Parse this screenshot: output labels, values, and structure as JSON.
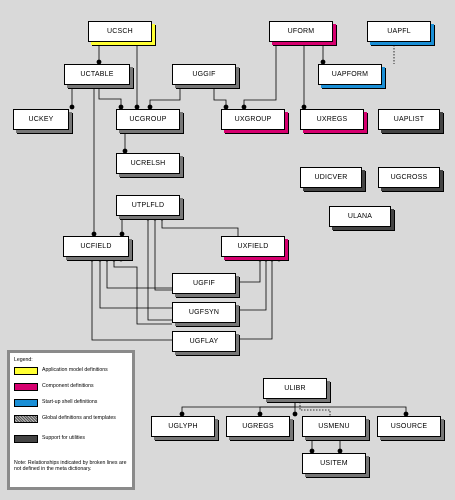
{
  "colors": {
    "application": "#ffff33",
    "component": "#d6006f",
    "shell": "#1a8fd6",
    "global": "#777777",
    "utility": "#444444",
    "background": "#d9d9d9"
  },
  "entities": {
    "ucsch": "UCSCH",
    "uform": "UFORM",
    "uapfl": "UAPFL",
    "uctable": "UCTABLE",
    "uggif": "UGGIF",
    "uapform": "UAPFORM",
    "uckey": "UCKEY",
    "ucgroup": "UCGROUP",
    "uxgroup": "UXGROUP",
    "uxregs": "UXREGS",
    "uaplist": "UAPLIST",
    "ucrelsh": "UCRELSH",
    "udicver": "UDICVER",
    "ugcross": "UGCROSS",
    "utplfld": "UTPLFLD",
    "ulana": "ULANA",
    "ucfield": "UCFIELD",
    "uxfield": "UXFIELD",
    "ugfif": "UGFIF",
    "ugfsyn": "UGFSYN",
    "ugflay": "UGFLAY",
    "ulibr": "ULIBR",
    "uglyph": "UGLYPH",
    "ugregs": "UGREGS",
    "usmenu": "USMENU",
    "usource": "USOURCE",
    "usitem": "USITEM"
  },
  "legend": {
    "title": "Legend:",
    "items": [
      {
        "text": "Application model definitions",
        "kind": "application"
      },
      {
        "text": "Component definitions",
        "kind": "component"
      },
      {
        "text": "Start-up shell definitions",
        "kind": "shell"
      },
      {
        "text": "Global definitions and templates",
        "kind": "global"
      },
      {
        "text": "Support for utilities",
        "kind": "utility"
      }
    ],
    "note": "Note: Relationships indicated by broken lines are not defined in the meta dictionary."
  }
}
